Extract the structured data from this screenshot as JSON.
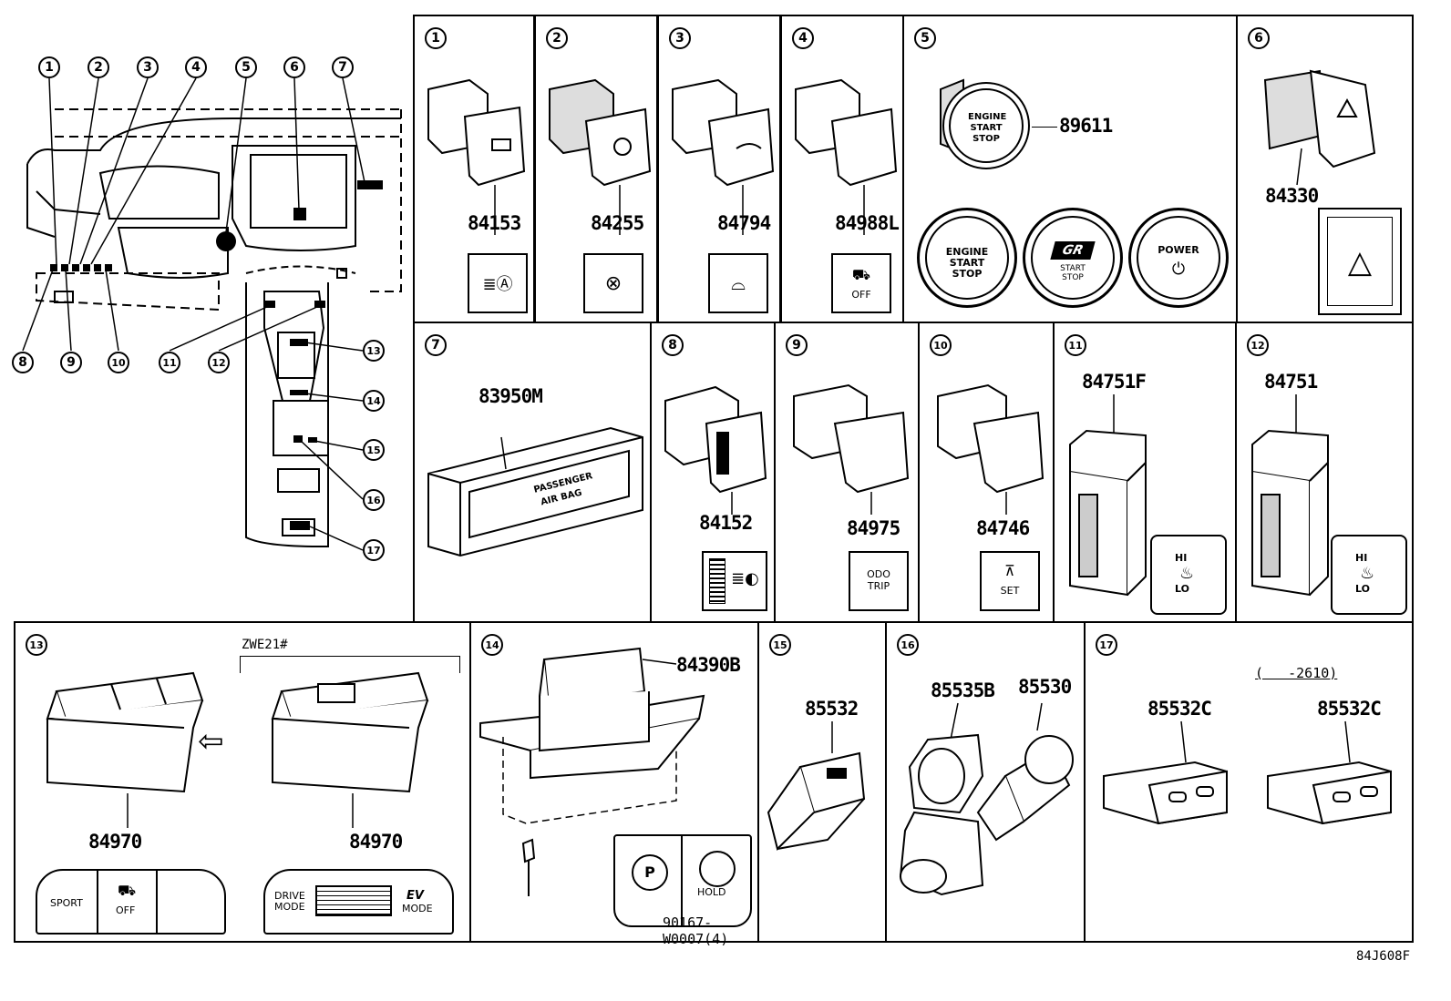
{
  "diagram_code": "84J608F",
  "overview": {
    "callouts": [
      "1",
      "2",
      "3",
      "4",
      "5",
      "6",
      "7",
      "8",
      "9",
      "10",
      "11",
      "12",
      "13",
      "14",
      "15",
      "16",
      "17"
    ]
  },
  "panels": {
    "p1": {
      "num": "1",
      "part": "84153"
    },
    "p2": {
      "num": "2",
      "part": "84255"
    },
    "p3": {
      "num": "3",
      "part": "84794"
    },
    "p4": {
      "num": "4",
      "part": "84988L",
      "off_label": "OFF"
    },
    "p5": {
      "num": "5",
      "part": "89611",
      "btn_main": [
        "ENGINE",
        "START",
        "STOP"
      ],
      "btn_a": [
        "ENGINE",
        "START",
        "STOP"
      ],
      "btn_gr_logo": "GR",
      "btn_gr": [
        "START",
        "STOP"
      ],
      "btn_power": "POWER"
    },
    "p6": {
      "num": "6",
      "part": "84330"
    },
    "p7": {
      "num": "7",
      "part": "83950M",
      "label1": "PASSENGER",
      "label2": "AIR BAG"
    },
    "p8": {
      "num": "8",
      "part": "84152"
    },
    "p9": {
      "num": "9",
      "part": "84975",
      "face1": "ODO",
      "face2": "TRIP"
    },
    "p10": {
      "num": "10",
      "part": "84746",
      "face": "SET"
    },
    "p11": {
      "num": "11",
      "part": "84751F",
      "hi": "HI",
      "lo": "LO"
    },
    "p12": {
      "num": "12",
      "part": "84751",
      "hi": "HI",
      "lo": "LO"
    },
    "p13": {
      "num": "13",
      "variant": "ZWE21#",
      "part_a": "84970",
      "part_b": "84970",
      "sport": "SPORT",
      "off": "OFF",
      "drive1": "DRIVE",
      "drive2": "MODE",
      "ev1": "EV",
      "ev2": "MODE"
    },
    "p14": {
      "num": "14",
      "part": "84390B",
      "screw": "90167-W0007(4)",
      "hold": "HOLD"
    },
    "p15": {
      "num": "15",
      "part": "85532"
    },
    "p16": {
      "num": "16",
      "part_a": "85535B",
      "part_b": "85530"
    },
    "p17": {
      "num": "17",
      "range": "(   -2610)",
      "part_a": "85532C",
      "part_b": "85532C"
    }
  }
}
